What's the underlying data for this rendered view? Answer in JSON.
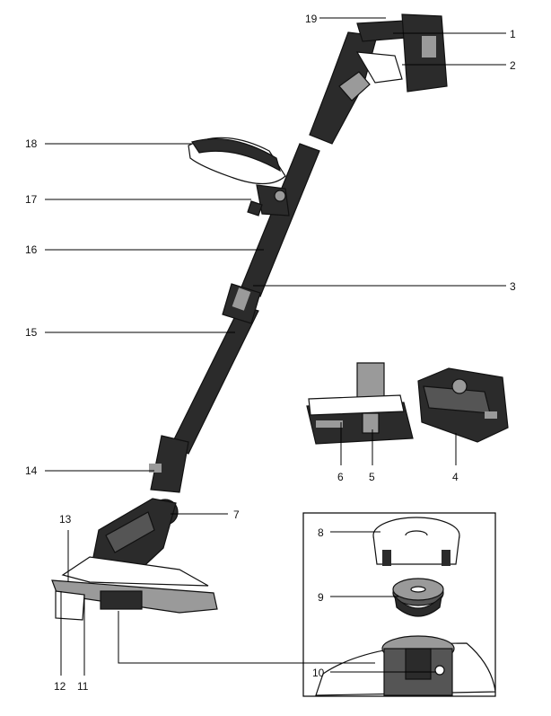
{
  "callouts": {
    "c1": "1",
    "c2": "2",
    "c3": "3",
    "c4": "4",
    "c5": "5",
    "c6": "6",
    "c7": "7",
    "c8": "8",
    "c9": "9",
    "c10": "10",
    "c11": "11",
    "c12": "12",
    "c13": "13",
    "c14": "14",
    "c15": "15",
    "c16": "16",
    "c17": "17",
    "c18": "18",
    "c19": "19"
  },
  "icons": {
    "trimmer": "string-trimmer-illustration",
    "battery": "battery-pack-illustration",
    "charger": "battery-charger-illustration",
    "spool_cap": "spool-cap-illustration",
    "spool": "spool-illustration",
    "spool_housing": "spool-housing-illustration"
  },
  "colors": {
    "line": "#000000",
    "body": "#2b2b2b",
    "accent": "#9a9a9a"
  }
}
